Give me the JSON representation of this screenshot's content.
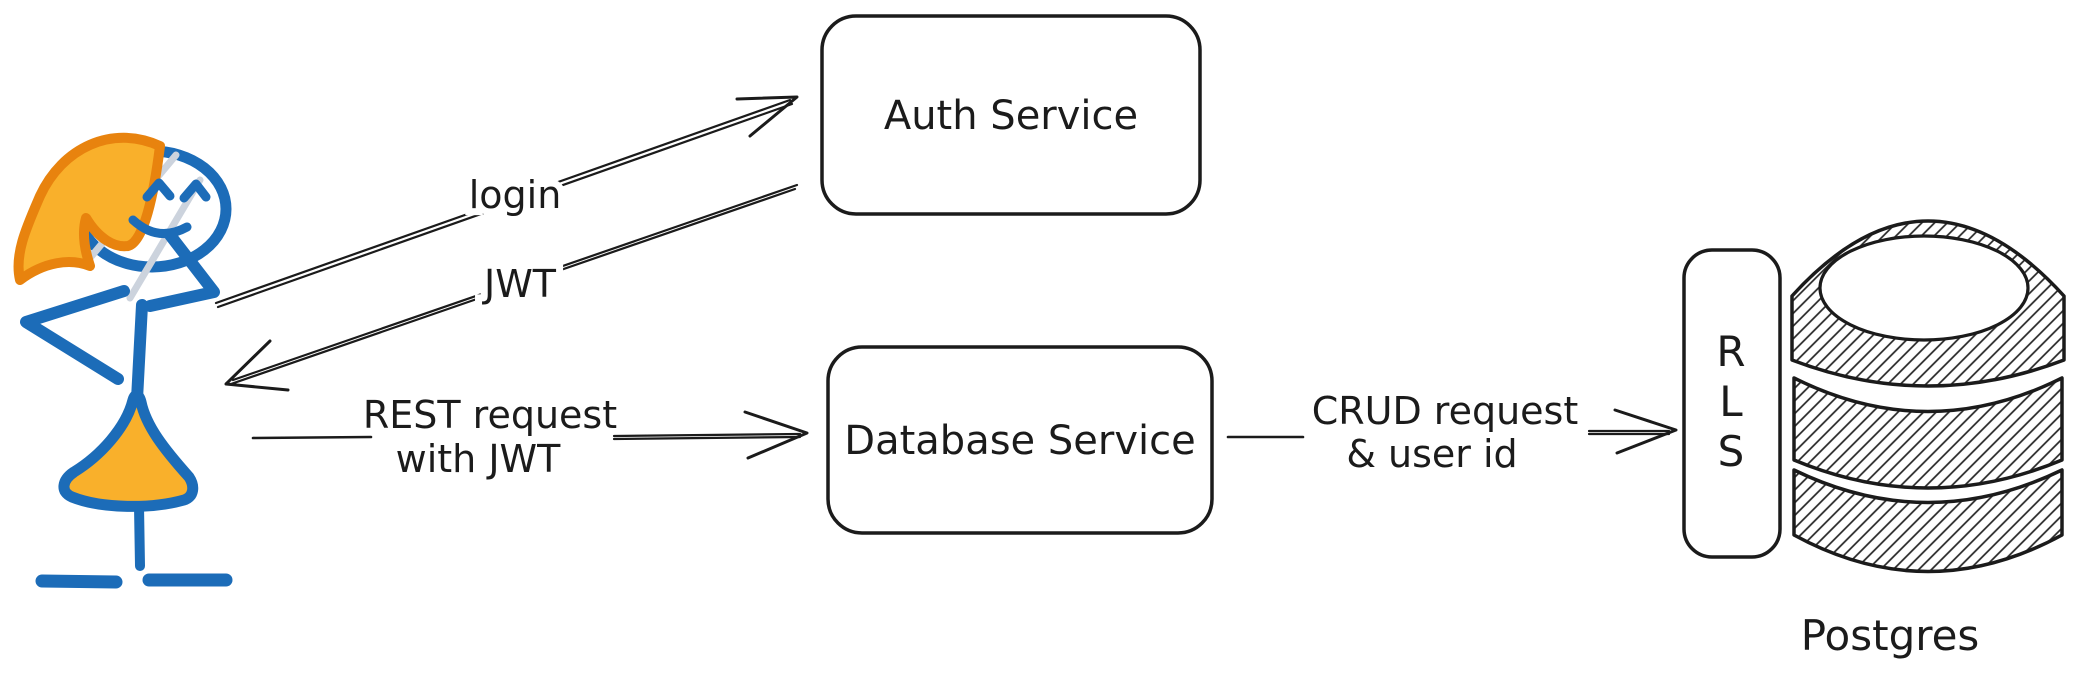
{
  "nodes": {
    "auth_service": {
      "label": "Auth Service"
    },
    "database_service": {
      "label": "Database Service"
    },
    "rls": {
      "letters": [
        "R",
        "L",
        "S"
      ]
    },
    "postgres": {
      "label": "Postgres"
    }
  },
  "arrows": {
    "login": {
      "label": "login"
    },
    "jwt": {
      "label": "JWT"
    },
    "rest_request": {
      "line1": "REST request",
      "line2": "with JWT"
    },
    "crud_request": {
      "line1": "CRUD request",
      "line2": "& user id"
    }
  },
  "colors": {
    "ink": "#1b1b1b",
    "actor_blue": "#1c6cb8",
    "actor_orange_stroke": "#e8830e",
    "actor_orange_fill": "#f9b02b",
    "face_shine": "#ccd3dd",
    "background": "#ffffff"
  }
}
